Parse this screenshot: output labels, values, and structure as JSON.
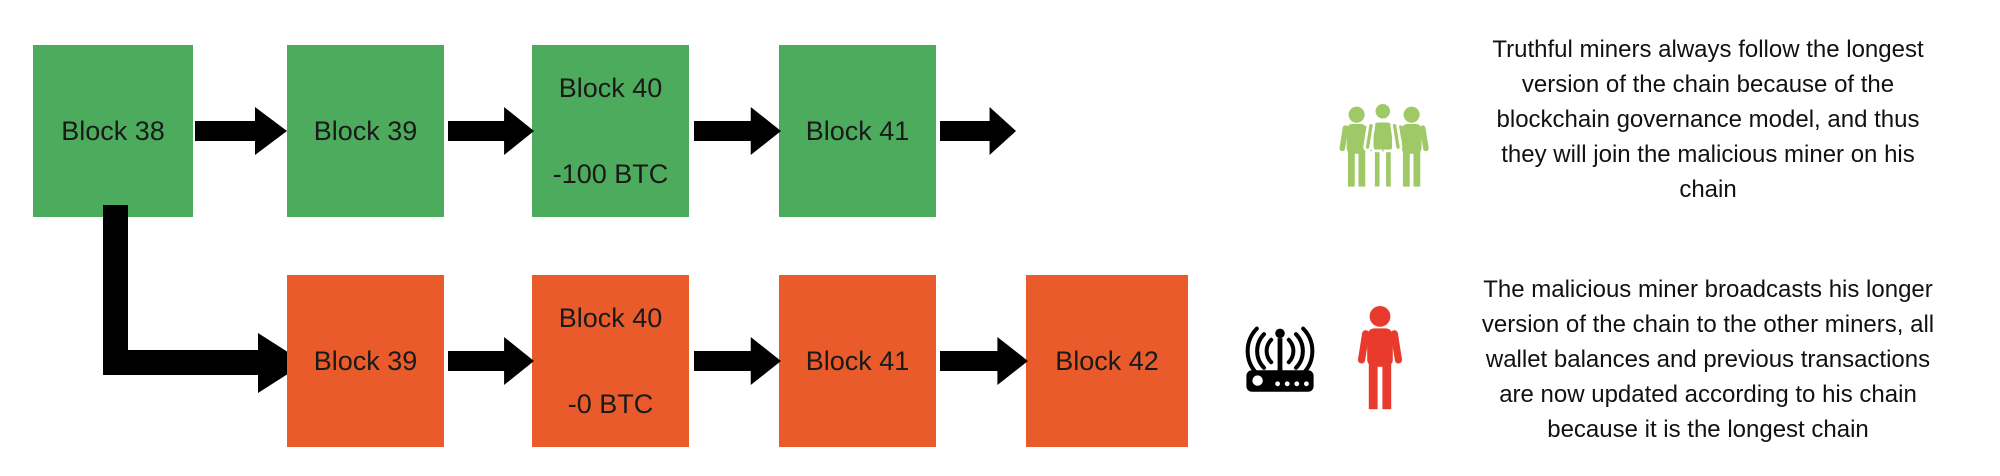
{
  "colors": {
    "block_green": "#4CAB5C",
    "block_orange": "#E95B2B",
    "icon_green": "#9FC966",
    "icon_red": "#E83A2D",
    "arrow_black": "#000000",
    "text_black": "#111111"
  },
  "top_chain": {
    "blocks": [
      {
        "label": "Block 38"
      },
      {
        "label": "Block 39"
      },
      {
        "label": "Block 40",
        "sublabel": "-100 BTC"
      },
      {
        "label": "Block 41"
      }
    ]
  },
  "bottom_chain": {
    "blocks": [
      {
        "label": "Block 39"
      },
      {
        "label": "Block 40",
        "sublabel": "-0 BTC"
      },
      {
        "label": "Block 41"
      },
      {
        "label": "Block 42"
      }
    ]
  },
  "icons": {
    "miners_group": "miners-group-icon",
    "broadcast": "broadcast-router-icon",
    "malicious_miner": "malicious-miner-icon"
  },
  "annotations": {
    "truthful_miners": {
      "lines": [
        "Truthful miners always follow the longest",
        "version of the chain because of the",
        "blockchain governance model, and thus",
        "they will join the malicious miner on his",
        "chain"
      ]
    },
    "malicious_miner": {
      "lines": [
        "The malicious miner broadcasts his longer",
        "version of the chain to the other miners, all",
        "wallet balances and previous transactions",
        "are now updated according to his chain",
        "because it is the longest chain"
      ]
    }
  }
}
